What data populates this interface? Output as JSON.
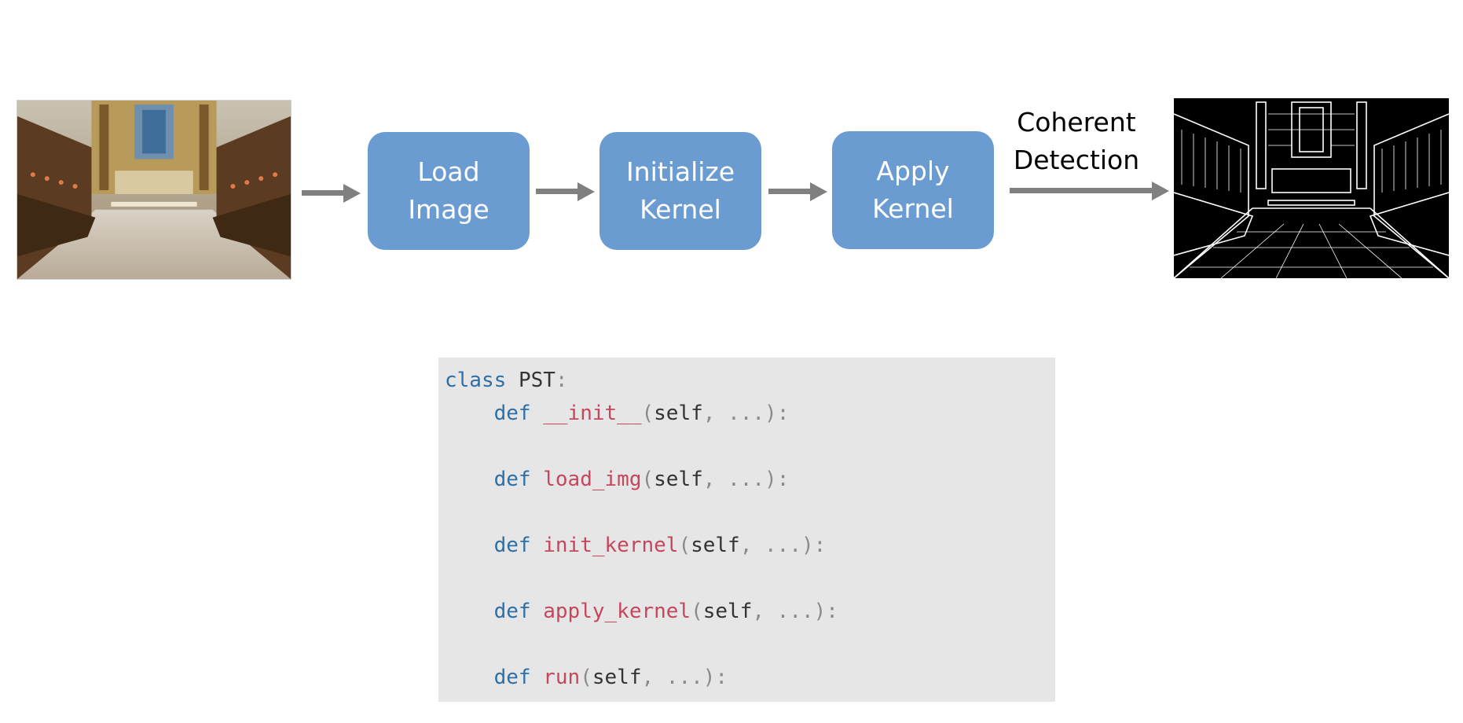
{
  "steps": [
    {
      "line1": "Load",
      "line2": "Image"
    },
    {
      "line1": "Initialize",
      "line2": "Kernel"
    },
    {
      "line1": "Apply",
      "line2": "Kernel"
    }
  ],
  "output_label": {
    "line1": "Coherent",
    "line2": "Detection"
  },
  "code": {
    "class_kw": "class",
    "class_name": "PST",
    "colon": ":",
    "methods": [
      {
        "kw": "def",
        "name": "__init__",
        "open": "(",
        "self": "self",
        "rest": ", ...",
        "close": "):"
      },
      {
        "kw": "def",
        "name": "load_img",
        "open": "(",
        "self": "self",
        "rest": ", ...",
        "close": "):"
      },
      {
        "kw": "def",
        "name": "init_kernel",
        "open": "(",
        "self": "self",
        "rest": ", ...",
        "close": "):"
      },
      {
        "kw": "def",
        "name": "apply_kernel",
        "open": "(",
        "self": "self",
        "rest": ", ...",
        "close": "):"
      },
      {
        "kw": "def",
        "name": "run",
        "open": "(",
        "self": "self",
        "rest": ", ...",
        "close": "):"
      }
    ]
  },
  "colors": {
    "step_fill": "#6a9bd1",
    "arrow": "#808080",
    "code_bg": "#e6e6e6",
    "keyword": "#2d6fa6",
    "function": "#c4475e"
  }
}
